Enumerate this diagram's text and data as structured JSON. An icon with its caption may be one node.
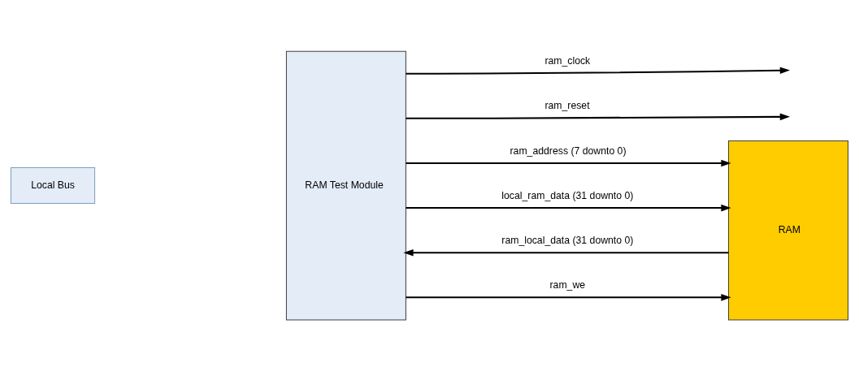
{
  "diagram": {
    "nodes": [
      {
        "text": [
          "Local Bus"
        ]
      },
      {
        "text": [
          "RAM Test Module"
        ]
      },
      {
        "text": [
          "RAM"
        ]
      }
    ],
    "edges": [
      {
        "from": 1,
        "to": null,
        "arrow": "to",
        "label": "ram_clock"
      },
      {
        "from": 1,
        "to": null,
        "arrow": "to",
        "label": "ram_reset"
      },
      {
        "from": 1,
        "to": 2,
        "arrow": "to",
        "label": "ram_address (7 downto 0)"
      },
      {
        "from": 1,
        "to": 2,
        "arrow": "to",
        "label": "local_ram_data (31 downto 0)"
      },
      {
        "from": 2,
        "to": 1,
        "arrow": "to",
        "label": "ram_local_data (31 downto 0)"
      },
      {
        "from": 1,
        "to": 2,
        "arrow": "to",
        "label": "ram_we"
      }
    ]
  }
}
